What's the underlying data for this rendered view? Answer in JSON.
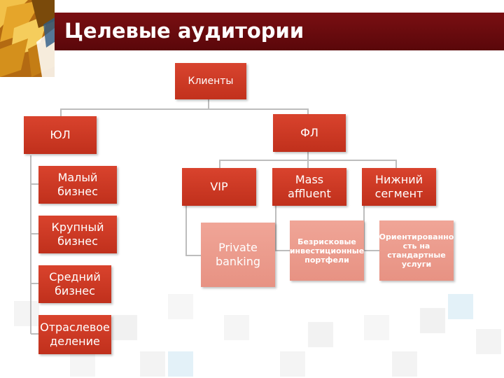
{
  "slide": {
    "title": "Целевые аудитории"
  },
  "diagram": {
    "root": "Клиенты",
    "ul": {
      "label": "ЮЛ",
      "children": [
        "Малый\nбизнес",
        "Крупный\nбизнес",
        "Средний\nбизнес",
        "Отраслевое\nделение"
      ]
    },
    "fl": {
      "label": "ФЛ",
      "vip": {
        "label": "VIP",
        "child": "Private\nbanking"
      },
      "mass": {
        "label": "Mass\naffluent",
        "child": "Безрисковые\nинвестиционные\nпортфели"
      },
      "lower": {
        "label": "Нижний\nсегмент",
        "child": "Ориентированно\nсть на\nстандартные\nуслуги"
      }
    }
  },
  "colors": {
    "title_band": "#6b0b0e",
    "node": "#cc3a24",
    "node_light": "#eb9a8b",
    "connector": "#bdbdbd"
  }
}
